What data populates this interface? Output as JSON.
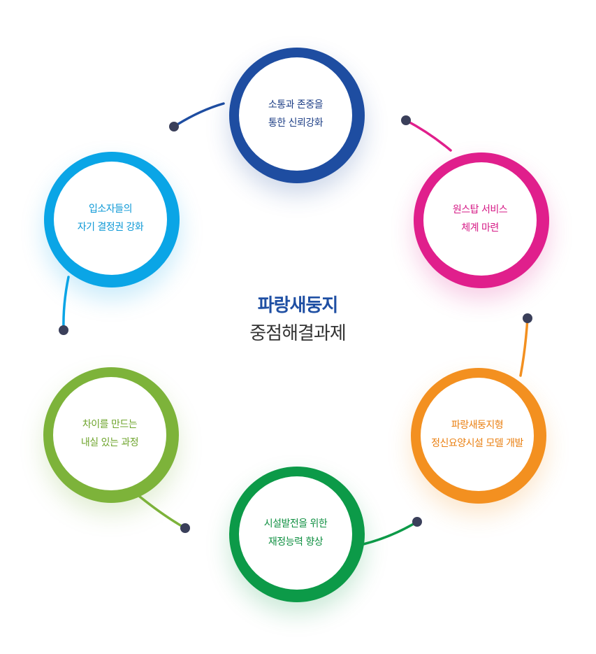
{
  "center": {
    "title": "파랑새둥지",
    "subtitle": "중점해결과제"
  },
  "nodes": [
    {
      "id": "communication",
      "lines": [
        "소통과 존중을",
        "통한 신뢰강화"
      ],
      "color": "#1e4da1",
      "text_color": "#1e3f86"
    },
    {
      "id": "one-stop",
      "lines": [
        "원스탑 서비스",
        "체계 마련"
      ],
      "color": "#e01f8c",
      "text_color": "#d61a86"
    },
    {
      "id": "nursing-model",
      "lines": [
        "파랑새둥지형",
        "정신요양시설 모델 개발"
      ],
      "color": "#f39020",
      "text_color": "#ea7f10"
    },
    {
      "id": "finance",
      "lines": [
        "시설발전을 위한",
        "재정능력 향상"
      ],
      "color": "#0c9a48",
      "text_color": "#0f8f41"
    },
    {
      "id": "quality",
      "lines": [
        "차이를 만드는",
        "내실 있는 과정"
      ],
      "color": "#7db33a",
      "text_color": "#6ea42c"
    },
    {
      "id": "self-determination",
      "lines": [
        "입소자들의",
        "자기 결정권 강화"
      ],
      "color": "#0aa5e6",
      "text_color": "#0c98d6"
    }
  ],
  "connector_dot_color": "#3a3f5a"
}
